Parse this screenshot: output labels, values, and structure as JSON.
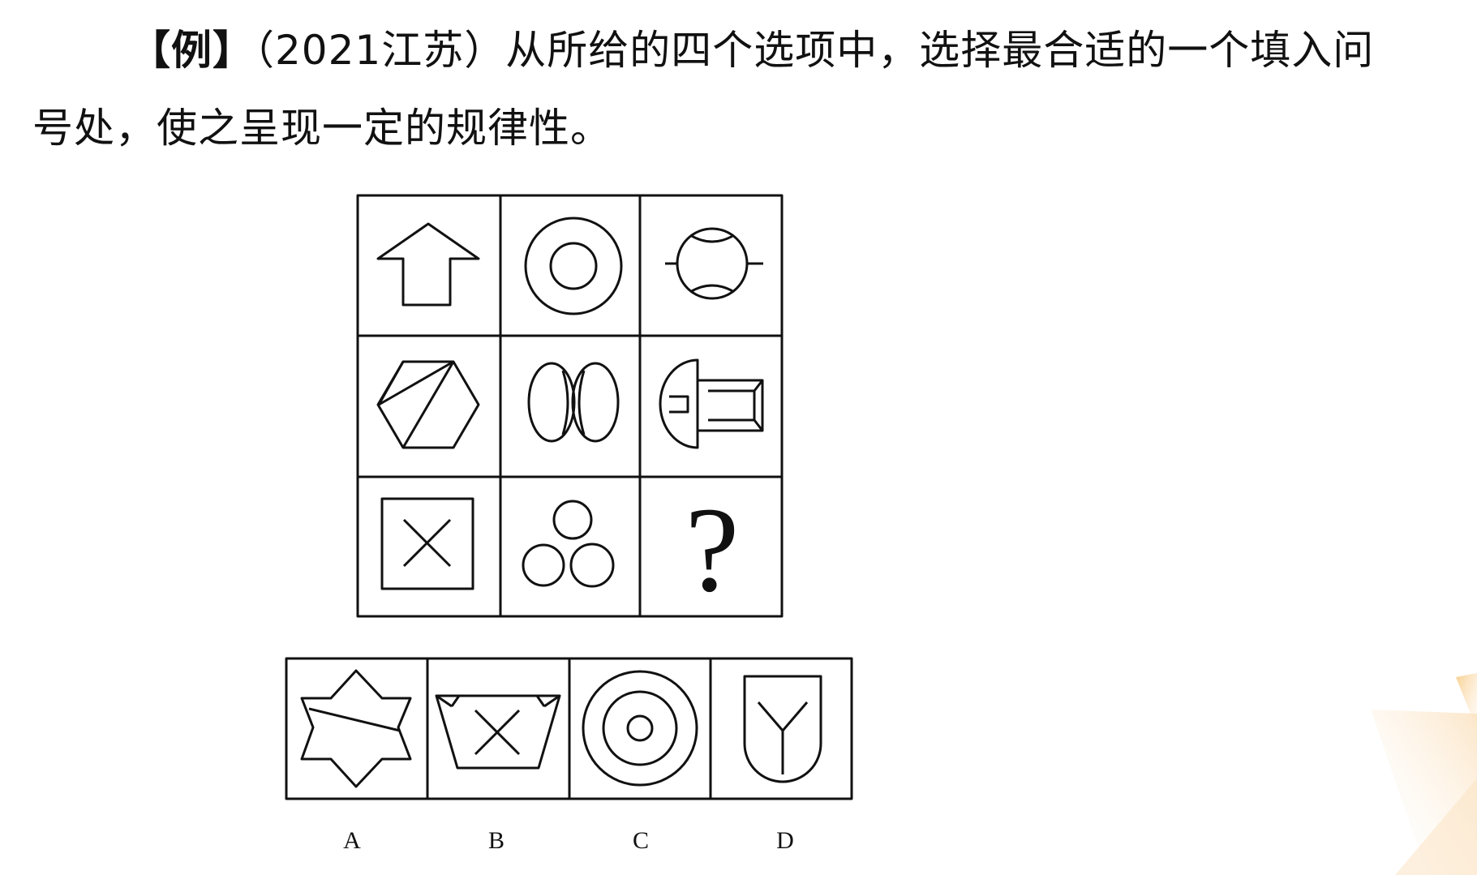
{
  "question": {
    "prefix": "【例】",
    "source": "（2021江苏）",
    "line1_text": "从所给的四个选项中，选择最合适的一个填入问",
    "line2_text": "号处，使之呈现一定的规律性。"
  },
  "grid": {
    "missing_mark": "?"
  },
  "options": [
    {
      "label": "A",
      "shape": "star-icon"
    },
    {
      "label": "B",
      "shape": "trapezoid-x-icon"
    },
    {
      "label": "C",
      "shape": "concentric-circles-icon"
    },
    {
      "label": "D",
      "shape": "shield-y-icon"
    }
  ],
  "colors": {
    "stroke": "#111111",
    "accent_deco": "#f3b45c"
  }
}
